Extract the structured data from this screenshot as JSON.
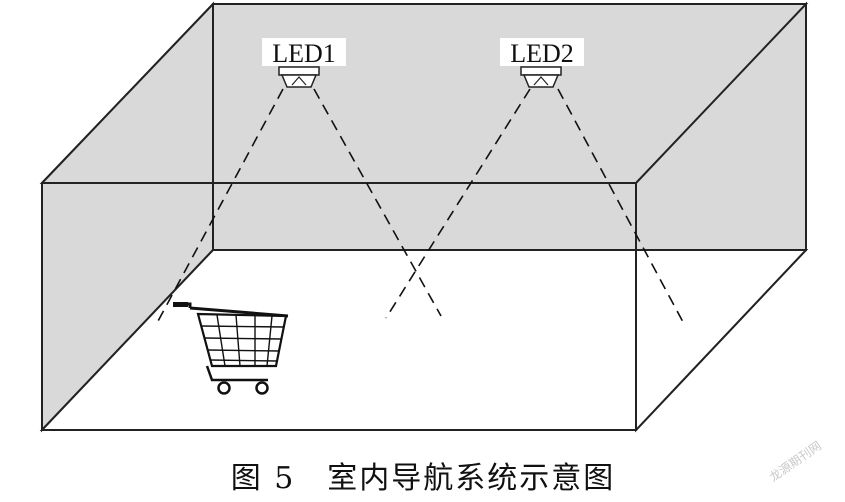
{
  "diagram": {
    "labels": {
      "led1": "LED1",
      "led2": "LED2"
    },
    "caption": "图 5　室内导航系统示意图",
    "watermark": "龙源期刊网",
    "colors": {
      "wall": "#d9d9d9",
      "floor": "#ffffff",
      "line": "#222222",
      "beam": "#111111"
    },
    "icons": [
      "led-lamp-icon",
      "led-lamp-icon",
      "shopping-cart-icon"
    ]
  }
}
